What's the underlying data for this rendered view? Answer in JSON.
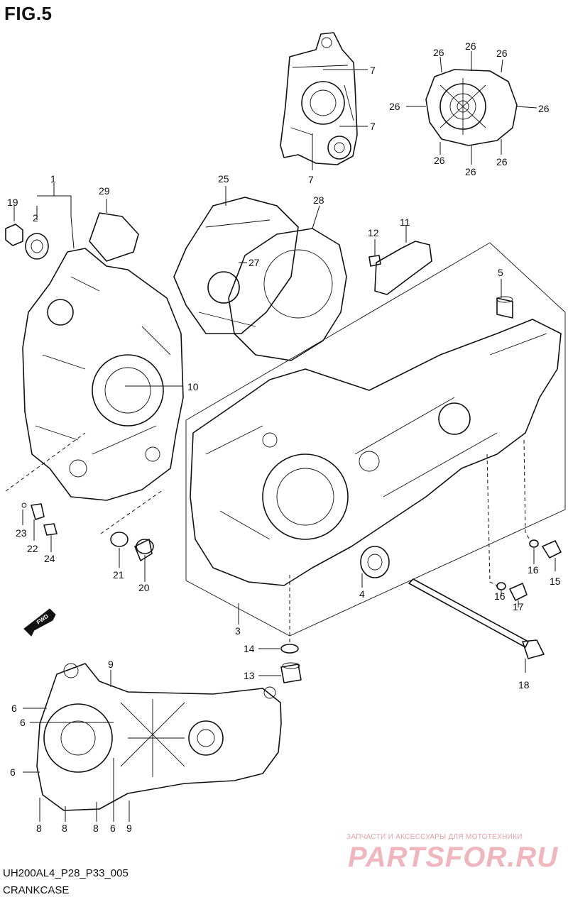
{
  "figure": {
    "title": "FIG.5"
  },
  "callouts": [
    {
      "id": "c1",
      "text": "1"
    },
    {
      "id": "c2",
      "text": "2"
    },
    {
      "id": "c19",
      "text": "19"
    },
    {
      "id": "c29",
      "text": "29"
    },
    {
      "id": "c25",
      "text": "25"
    },
    {
      "id": "c28",
      "text": "28"
    },
    {
      "id": "c27",
      "text": "27"
    },
    {
      "id": "c12",
      "text": "12"
    },
    {
      "id": "c11",
      "text": "11"
    },
    {
      "id": "c5",
      "text": "5"
    },
    {
      "id": "c10",
      "text": "10"
    },
    {
      "id": "c7a",
      "text": "7"
    },
    {
      "id": "c7b",
      "text": "7"
    },
    {
      "id": "c7c",
      "text": "7"
    },
    {
      "id": "c26a",
      "text": "26"
    },
    {
      "id": "c26b",
      "text": "26"
    },
    {
      "id": "c26c",
      "text": "26"
    },
    {
      "id": "c26d",
      "text": "26"
    },
    {
      "id": "c26e",
      "text": "26"
    },
    {
      "id": "c26f",
      "text": "26"
    },
    {
      "id": "c26g",
      "text": "26"
    },
    {
      "id": "c26h",
      "text": "26"
    },
    {
      "id": "c23",
      "text": "23"
    },
    {
      "id": "c22",
      "text": "22"
    },
    {
      "id": "c24",
      "text": "24"
    },
    {
      "id": "c21",
      "text": "21"
    },
    {
      "id": "c20",
      "text": "20"
    },
    {
      "id": "c4",
      "text": "4"
    },
    {
      "id": "c3",
      "text": "3"
    },
    {
      "id": "c16a",
      "text": "16"
    },
    {
      "id": "c16b",
      "text": "16"
    },
    {
      "id": "c15",
      "text": "15"
    },
    {
      "id": "c17",
      "text": "17"
    },
    {
      "id": "c14",
      "text": "14"
    },
    {
      "id": "c13",
      "text": "13"
    },
    {
      "id": "c18",
      "text": "18"
    },
    {
      "id": "c9a",
      "text": "9"
    },
    {
      "id": "c9b",
      "text": "9"
    },
    {
      "id": "c6a",
      "text": "6"
    },
    {
      "id": "c6b",
      "text": "6"
    },
    {
      "id": "c6c",
      "text": "6"
    },
    {
      "id": "c6d",
      "text": "6"
    },
    {
      "id": "c8a",
      "text": "8"
    },
    {
      "id": "c8b",
      "text": "8"
    },
    {
      "id": "c8c",
      "text": "8"
    }
  ],
  "fwd_badge": "FWD",
  "footer": {
    "code": "UH200AL4_P28_P33_005",
    "name": "CRANKCASE"
  },
  "watermark": {
    "subtitle": "ЗАПЧАСТИ И АКСЕССУАРЫ ДЛЯ МОТОТЕХНИКИ",
    "brand": "PARTSFOR.RU"
  },
  "colors": {
    "line": "#111111",
    "watermark": "#f0b6bd"
  }
}
